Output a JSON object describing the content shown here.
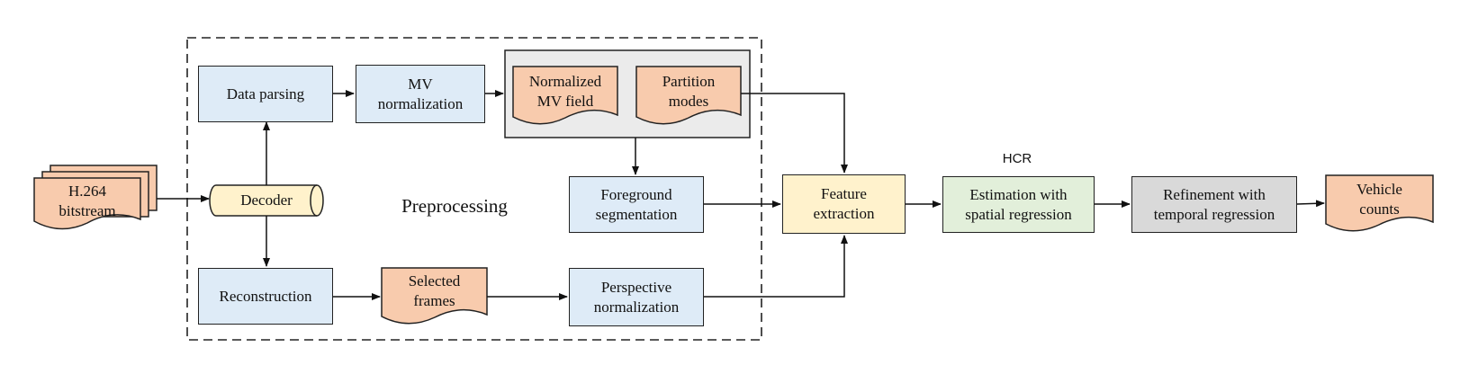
{
  "diagram": {
    "input": "H.264\nbitstream",
    "decoder": "Decoder",
    "data_parsing": "Data parsing",
    "mv_normalization": "MV\nnormalization",
    "normalized_mv_field": "Normalized\nMV field",
    "partition_modes": "Partition\nmodes",
    "foreground_segmentation": "Foreground\nsegmentation",
    "reconstruction": "Reconstruction",
    "selected_frames": "Selected\nframes",
    "perspective_normalization": "Perspective\nnormalization",
    "preprocessing": "Preprocessing",
    "feature_extraction": "Feature\nextraction",
    "hcr": "HCR",
    "spatial_regression": "Estimation with\nspatial regression",
    "temporal_regression": "Refinement with\ntemporal regression",
    "output": "Vehicle\ncounts"
  },
  "colors": {
    "blue_fill": "#deebf7",
    "orange_fill": "#f8cbad",
    "yellow_fill": "#fff2cc",
    "green_fill": "#e2efda",
    "grey_fill": "#d9d9d9",
    "stroke": "#222222"
  }
}
